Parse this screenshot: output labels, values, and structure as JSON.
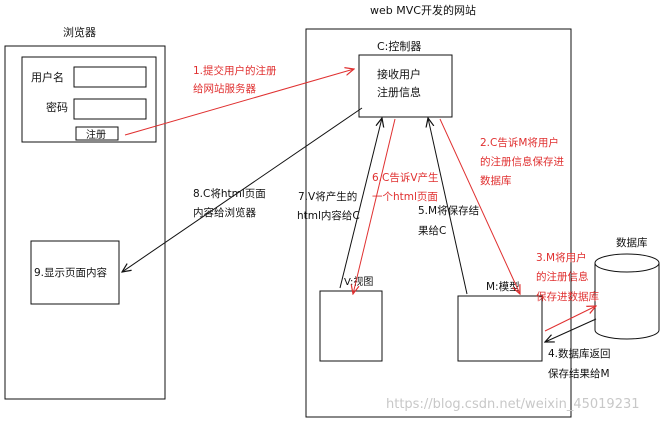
{
  "browser": {
    "title": "浏览器",
    "username_label": "用户名",
    "username_value": "",
    "password_label": "密码",
    "password_value": "",
    "register_button": "注册",
    "display_box": "9.显示页面内容"
  },
  "website": {
    "title": "web MVC开发的网站",
    "controller_label": "C:控制器",
    "controller_box": [
      "接收用户",
      "注册信息"
    ],
    "view_label": "V:视图",
    "model_label": "M:模型"
  },
  "database": {
    "label": "数据库"
  },
  "steps": {
    "s1": [
      "1.提交用户的注册",
      "给网站服务器"
    ],
    "s2": [
      "2.C告诉M将用户",
      "的注册信息保存进",
      "数据库"
    ],
    "s3": [
      "3.M将用户",
      "的注册信息",
      "保存进数据库"
    ],
    "s4": [
      "4.数据库返回",
      "保存结果给M"
    ],
    "s5": [
      "5.M将保存结",
      "果给C"
    ],
    "s6": [
      "6.C告诉V产生",
      "一个html页面"
    ],
    "s7": [
      "7.V将产生的",
      "html内容给C"
    ],
    "s8": [
      "8.C将html页面",
      "内容给浏览器"
    ]
  },
  "watermark": "https://blog.csdn.net/weixin_45019231",
  "colors": {
    "line": "#111111",
    "red": "#e03030",
    "watermark": "#c8c8c8"
  }
}
